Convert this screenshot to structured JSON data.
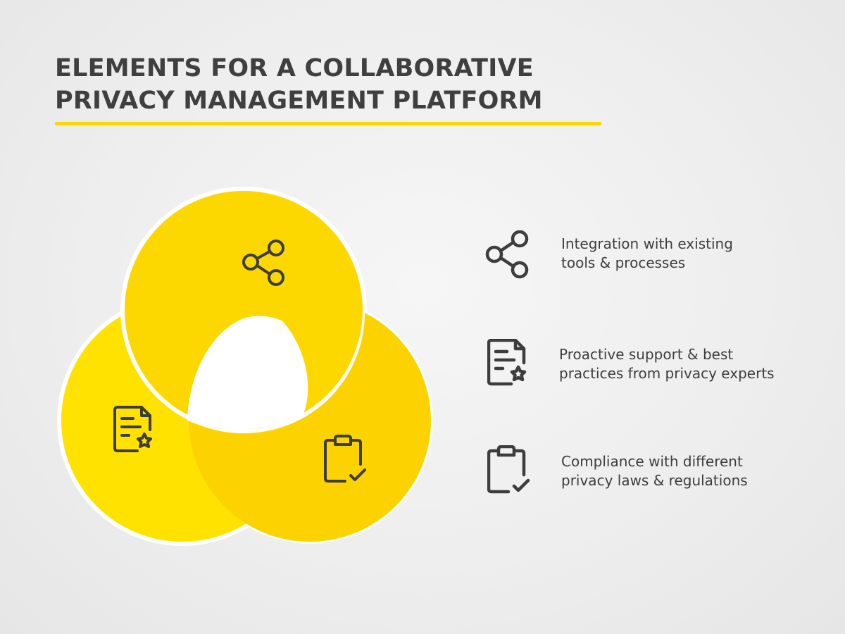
{
  "title": {
    "line1": "ELEMENTS FOR A COLLABORATIVE",
    "line2": "PRIVACY MANAGEMENT PLATFORM"
  },
  "colors": {
    "accent": "#fdd600",
    "circle_top": "#fcd800",
    "circle_left": "#ffe200",
    "circle_right": "#fcd300",
    "center": "#ffffff",
    "icon": "#3d3d3d",
    "text": "#3d3d3d"
  },
  "items": [
    {
      "icon": "share-icon",
      "line1": "Integration with existing",
      "line2": "tools & processes"
    },
    {
      "icon": "document-star-icon",
      "line1": "Proactive support & best",
      "line2": "practices from privacy experts"
    },
    {
      "icon": "clipboard-check-icon",
      "line1": "Compliance with different",
      "line2": "privacy laws & regulations"
    }
  ]
}
